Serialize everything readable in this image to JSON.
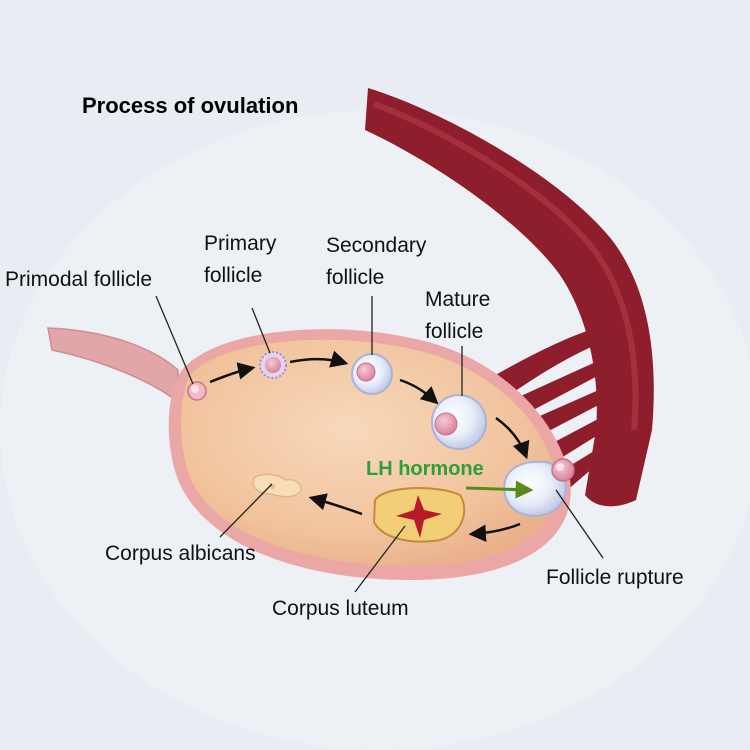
{
  "title": "Process of ovulation",
  "labels": {
    "primodal": "Primodal follicle",
    "primary_1": "Primary",
    "primary_2": "follicle",
    "secondary_1": "Secondary",
    "secondary_2": "follicle",
    "mature_1": "Mature",
    "mature_2": "follicle",
    "lh": "LH hormone",
    "rupture": "Follicle rupture",
    "albicans": "Corpus albicans",
    "luteum": "Corpus luteum"
  },
  "colors": {
    "background": "#e9edf3",
    "ovary": "#f3c9a5",
    "ovary_rim": "#e8a9a4",
    "tube": "#8e1e2b",
    "lh_text": "#2e9e3a",
    "lh_arrow": "#5a8a1c"
  }
}
